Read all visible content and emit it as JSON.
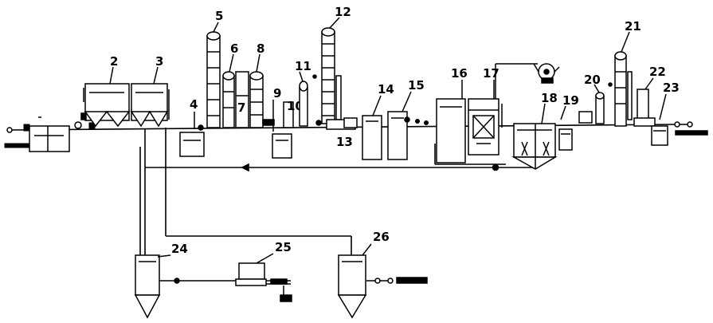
{
  "units": [
    {
      "id": "unit-1",
      "label": ""
    },
    {
      "id": "unit-2",
      "label": "2"
    },
    {
      "id": "unit-3",
      "label": "3"
    },
    {
      "id": "unit-4",
      "label": "4"
    },
    {
      "id": "unit-5",
      "label": "5"
    },
    {
      "id": "unit-6",
      "label": "6"
    },
    {
      "id": "unit-7",
      "label": "7"
    },
    {
      "id": "unit-8",
      "label": "8"
    },
    {
      "id": "unit-9",
      "label": "9"
    },
    {
      "id": "unit-10",
      "label": "10"
    },
    {
      "id": "unit-11",
      "label": "11"
    },
    {
      "id": "unit-12",
      "label": "12"
    },
    {
      "id": "unit-13",
      "label": "13"
    },
    {
      "id": "unit-14",
      "label": "14"
    },
    {
      "id": "unit-15",
      "label": "15"
    },
    {
      "id": "unit-16",
      "label": "16"
    },
    {
      "id": "unit-17",
      "label": "17"
    },
    {
      "id": "unit-18",
      "label": "18"
    },
    {
      "id": "unit-19",
      "label": "19"
    },
    {
      "id": "unit-20",
      "label": "20"
    },
    {
      "id": "unit-21",
      "label": "21"
    },
    {
      "id": "unit-22",
      "label": "22"
    },
    {
      "id": "unit-23",
      "label": "23"
    },
    {
      "id": "unit-24",
      "label": "24"
    },
    {
      "id": "unit-25",
      "label": "25"
    },
    {
      "id": "unit-26",
      "label": "26"
    }
  ],
  "streams": {
    "wastewater_inlet": "",
    "treated_outlet": "",
    "sludge_outlet": ""
  },
  "colors": {
    "line": "#000000",
    "background": "#ffffff"
  }
}
